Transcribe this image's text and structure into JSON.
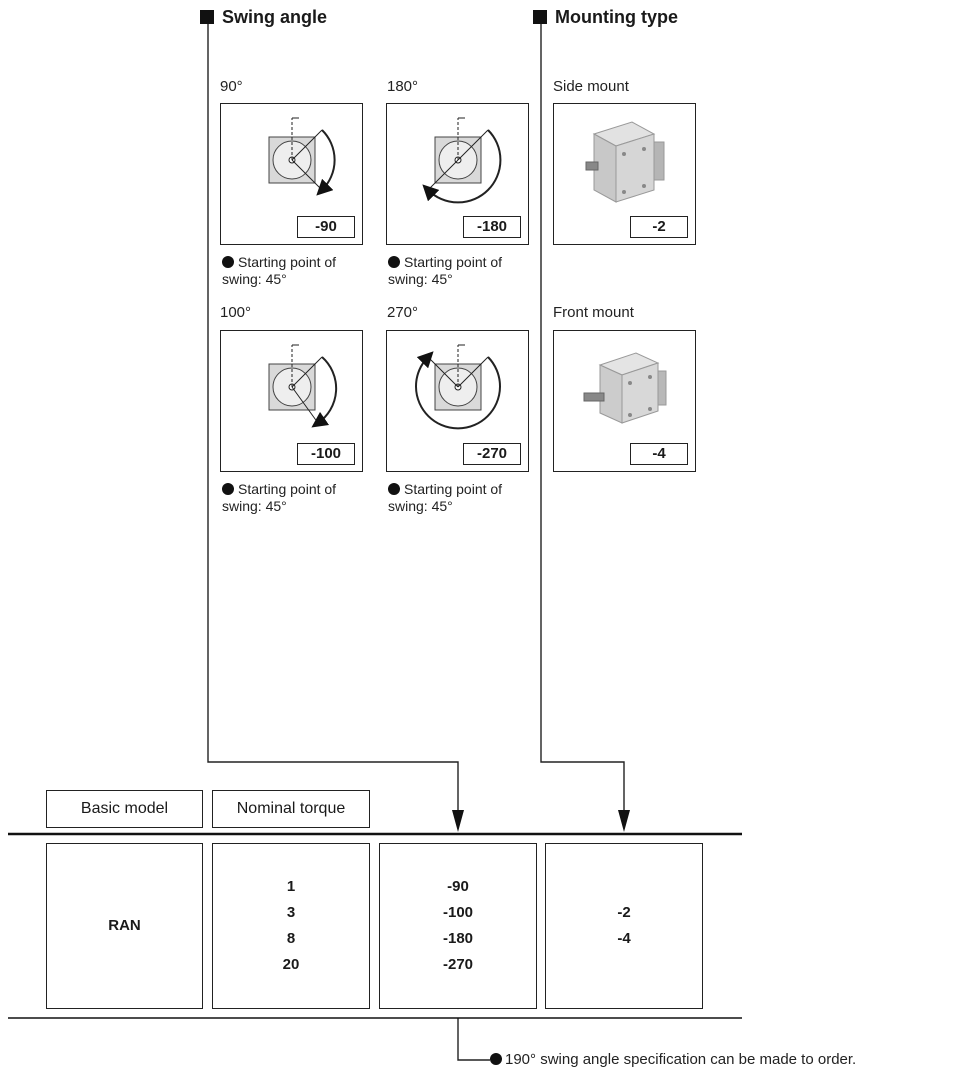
{
  "swing_angle": {
    "title": "Swing angle",
    "options": [
      {
        "angle_label": "90°",
        "code": "-90",
        "note": "Starting point of swing: 45°",
        "sweep": 90
      },
      {
        "angle_label": "180°",
        "code": "-180",
        "note": "Starting point of swing: 45°",
        "sweep": 180
      },
      {
        "angle_label": "100°",
        "code": "-100",
        "note": "Starting point of swing: 45°",
        "sweep": 100
      },
      {
        "angle_label": "270°",
        "code": "-270",
        "note": "Starting point of swing: 45°",
        "sweep": 270
      }
    ]
  },
  "mounting_type": {
    "title": "Mounting type",
    "options": [
      {
        "label": "Side mount",
        "code": "-2"
      },
      {
        "label": "Front mount",
        "code": "-4"
      }
    ]
  },
  "model_table": {
    "headers": {
      "basic_model": "Basic model",
      "nominal_torque": "Nominal torque"
    },
    "basic_model": "RAN",
    "nominal_torque": [
      "1",
      "3",
      "8",
      "20"
    ],
    "swing_angle_codes": [
      "-90",
      "-100",
      "-180",
      "-270"
    ],
    "mounting_codes": [
      "-2",
      "-4"
    ]
  },
  "footnote": "190° swing angle specification can be made to order."
}
